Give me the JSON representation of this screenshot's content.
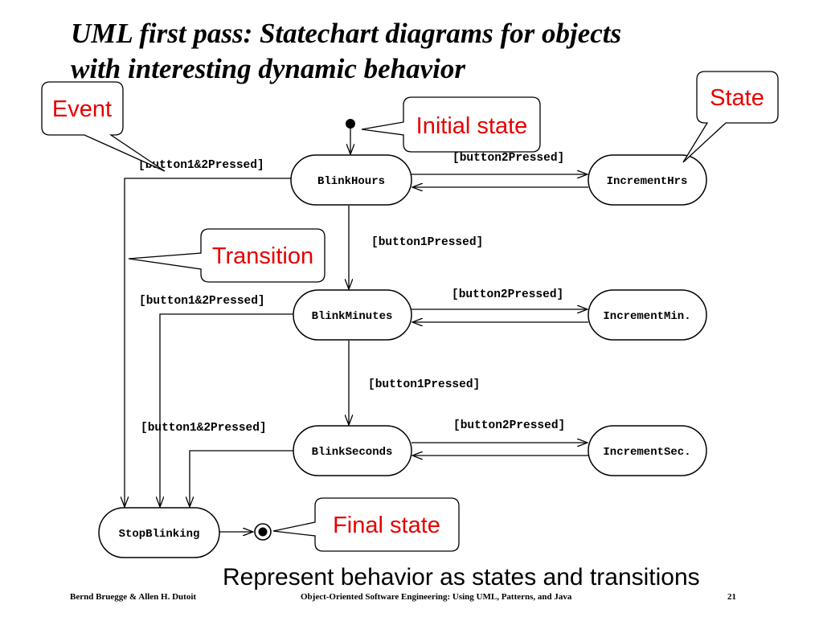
{
  "title": {
    "line1": "UML first pass: Statechart diagrams for objects",
    "line2": "with interesting dynamic behavior"
  },
  "states": {
    "blink_hours": "BlinkHours",
    "increment_hrs": "IncrementHrs",
    "blink_minutes": "BlinkMinutes",
    "increment_min": "IncrementMin.",
    "blink_seconds": "BlinkSeconds",
    "increment_sec": "IncrementSec.",
    "stop_blinking": "StopBlinking"
  },
  "guards": {
    "button1_2_hours": "[button1&2Pressed]",
    "button2_hours": "[button2Pressed]",
    "button1_hours_to_minutes": "[button1Pressed]",
    "button1_2_minutes": "[button1&2Pressed]",
    "button2_minutes": "[button2Pressed]",
    "button1_minutes_to_seconds": "[button1Pressed]",
    "button1_2_seconds": "[button1&2Pressed]",
    "button2_seconds": "[button2Pressed]"
  },
  "callouts": {
    "event": "Event",
    "initial_state": "Initial state",
    "state": "State",
    "transition": "Transition",
    "final_state": "Final state"
  },
  "callout_color": "#e60000",
  "subtitle": "Represent behavior as states and transitions",
  "footer": {
    "authors": "Bernd Bruegge & Allen H. Dutoit",
    "book": "Object-Oriented Software Engineering: Using UML, Patterns, and Java",
    "page": "21"
  }
}
